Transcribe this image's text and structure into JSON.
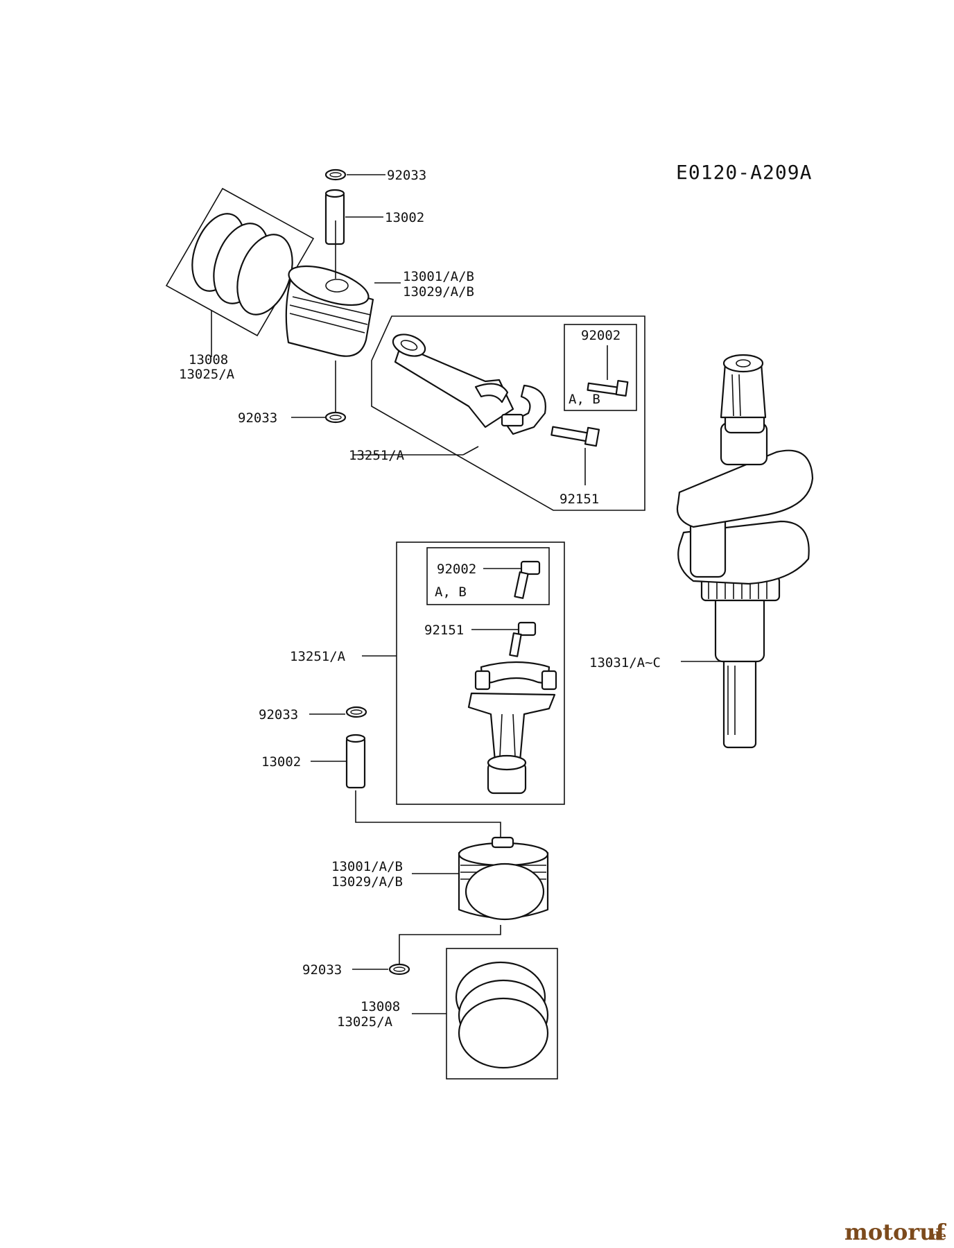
{
  "diagram_code": "E0120-A209A",
  "watermark": {
    "main": "motoruf",
    "suffix": ".de"
  },
  "labels": {
    "top_clip": "92033",
    "top_pin": "13002",
    "top_piston_1": "13001/A/B",
    "top_piston_2": "13029/A/B",
    "top_rings_1": "13008",
    "top_rings_2": "13025/A",
    "top_clip_lower": "92033",
    "top_rod_bolt_box": "92002",
    "top_rod_bolt_box_variant": "A, B",
    "top_rod_assy": "13251/A",
    "top_rod_bolt": "92151",
    "crankshaft": "13031/A~C",
    "bot_rod_bolt_box": "92002",
    "bot_rod_bolt_box_variant": "A, B",
    "bot_rod_bolt": "92151",
    "bot_rod_assy": "13251/A",
    "bot_clip": "92033",
    "bot_pin": "13002",
    "bot_piston_1": "13001/A/B",
    "bot_piston_2": "13029/A/B",
    "bot_clip_lower": "92033",
    "bot_rings_1": "13008",
    "bot_rings_2": "13025/A"
  }
}
